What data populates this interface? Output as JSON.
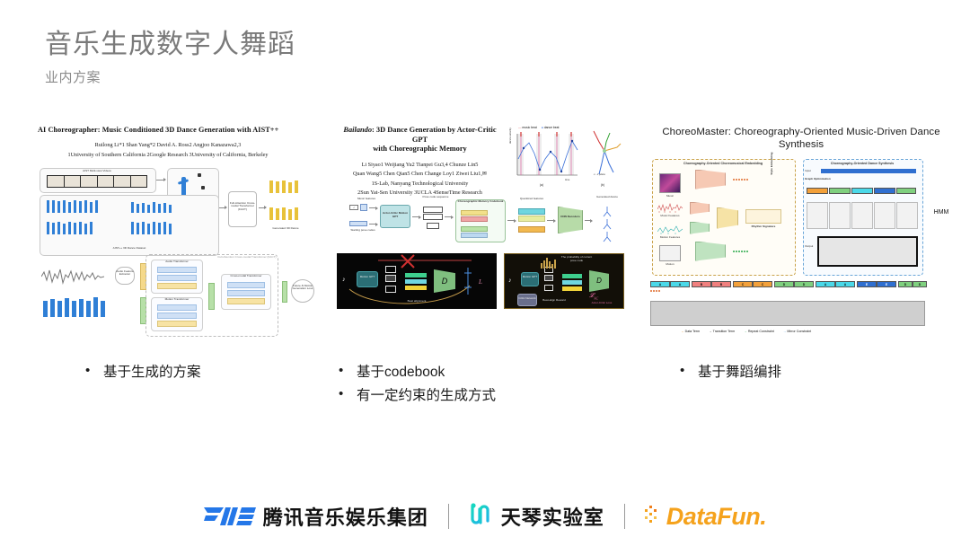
{
  "slide": {
    "title": "音乐生成数字人舞蹈",
    "subtitle": "业内方案"
  },
  "figures": [
    {
      "id": "ai-choreographer",
      "paper_title": "AI Choreographer: Music Conditioned 3D Dance Generation with AIST++",
      "authors_line1": "Ruilong Li*1    Shan Yang*2    David A. Ross2    Angjoo Kanazawa2,3",
      "authors_line2": "1University of Southern California    2Google Research    3University of California, Berkeley",
      "diagram_labels": {
        "videos": "AIST Multi-view Videos",
        "dataset": "AIST++ 3D Dance Dataset",
        "fact": "Full-Attention Cross-modal Transformer (FACT)",
        "generated": "Generated 3D Dance",
        "audio_extractor": "Audio Feature Extractor",
        "audio_transformer": "Audio Transformer",
        "motion_transformer": "Motion Transformer",
        "cross_modal_transformer": "Cross-modal Transformer",
        "fact_group": "Full-Attention Cross-modal Transformer (FACT)",
        "feed_forward": "Feed Forward",
        "add_norm": "Add & Normalize",
        "full_attention": "Full Attention",
        "loss": "Future-N Motion Generation Loss"
      }
    },
    {
      "id": "bailando",
      "paper_title_italic": "Bailando",
      "paper_title_rest": ": 3D Dance Generation by Actor-Critic GPT",
      "paper_title_line2": "with Choreographic Memory",
      "authors_line1": "Li Siyao1    Weijiang Yu2    Tianpei Gu3,4    Chunze Lin5",
      "authors_line2": "Quan Wang5    Chen Qian5    Chen Change Loy1    Ziwei Liu1,✉",
      "authors_line3": "1S-Lab, Nanyang Technological University",
      "authors_line4": "2Sun Yat-Sen University    3UCLA    4SenseTime Research",
      "chart": {
        "legend": [
          "music beat",
          "dance beat"
        ],
        "ylabel": "dance velocity",
        "xlabel": "time",
        "subcaption_a": "(a)",
        "subcaption_b": "(b)",
        "plane_label": "x - z plane"
      },
      "diagram_labels": {
        "music_features": "Music features",
        "starting_pose": "Starting pose codes",
        "actor_critic_gpt": "Actor-Critic Motion GPT",
        "pose_code_seq": "Pose code sequence",
        "memory": "Choreographic Memory Codebook",
        "quantized": "Quantized features",
        "cnn_decoders": "CNN Decoders",
        "generated_dance": "Generated dance",
        "motion_gpt": "Motion GPT",
        "beat_alignment": "Beat alignment",
        "critic_network": "Critic Network",
        "beat_align_reward": "Beat-align Reward",
        "actor_critic_loss": "Actor-Critic Loss",
        "prob_note": "The probability of current pose code"
      }
    },
    {
      "id": "choreomaster",
      "paper_title": "ChoreoMaster: Choreography-Oriented Music-Driven Dance Synthesis",
      "diagram_labels": {
        "left_panel": "Choreography-Oriented Choreomusical Embedding",
        "right_panel": "Choreography-Oriented Dance Synthesis",
        "music": "Music",
        "music_features": "Music Features",
        "motion_features": "Motion Features",
        "motion": "Motion",
        "rhythm_signature": "Rhythm Signature",
        "style_embedding": "Style Embedding",
        "input": "Input",
        "graph_optimization": "Graph Optimization",
        "output": "Output",
        "hmm": "HMM",
        "legend": [
          "Data Term",
          "Transition Term",
          "Repeat Constraint",
          "Mirror Constraint"
        ],
        "segments": [
          "A",
          "A",
          "B",
          "B",
          "C",
          "C",
          "D",
          "D",
          "A",
          "A",
          "E",
          "E",
          "D",
          "D"
        ]
      }
    }
  ],
  "bullets": {
    "col1": [
      "基于生成的方案"
    ],
    "col2": [
      "基于codebook",
      "有一定约束的生成方式"
    ],
    "col3": [
      "基于舞蹈编排"
    ]
  },
  "footer": {
    "tme_label": "腾讯音乐娱乐集团",
    "tianqin_label": "天琴实验室",
    "datafun_label": "DataFun.",
    "colors": {
      "tme_blue": "#2477e8",
      "tianqin_teal": "#16c8c8",
      "datafun_orange": "#f5a21c"
    }
  }
}
